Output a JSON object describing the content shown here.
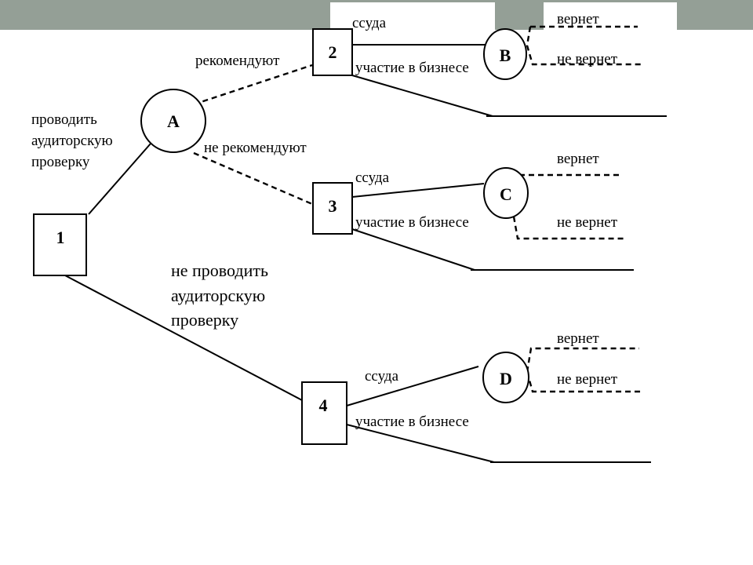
{
  "diagram": {
    "decision_nodes": [
      {
        "id": "1",
        "label": "1"
      },
      {
        "id": "2",
        "label": "2"
      },
      {
        "id": "3",
        "label": "3"
      },
      {
        "id": "4",
        "label": "4"
      }
    ],
    "chance_nodes": [
      {
        "id": "A",
        "label": "A"
      },
      {
        "id": "B",
        "label": "B"
      },
      {
        "id": "C",
        "label": "C"
      },
      {
        "id": "D",
        "label": "D"
      }
    ],
    "edges": {
      "audit": [
        "проводить",
        "аудиторскую",
        "проверку"
      ],
      "no_audit": [
        "не проводить",
        "аудиторскую",
        "проверку"
      ],
      "recommend": "рекомендуют",
      "not_recommend": "не рекомендуют",
      "loan": "ссуда",
      "business": "участие в бизнесе",
      "repay": "вернет",
      "not_repay": "не вернет"
    }
  }
}
